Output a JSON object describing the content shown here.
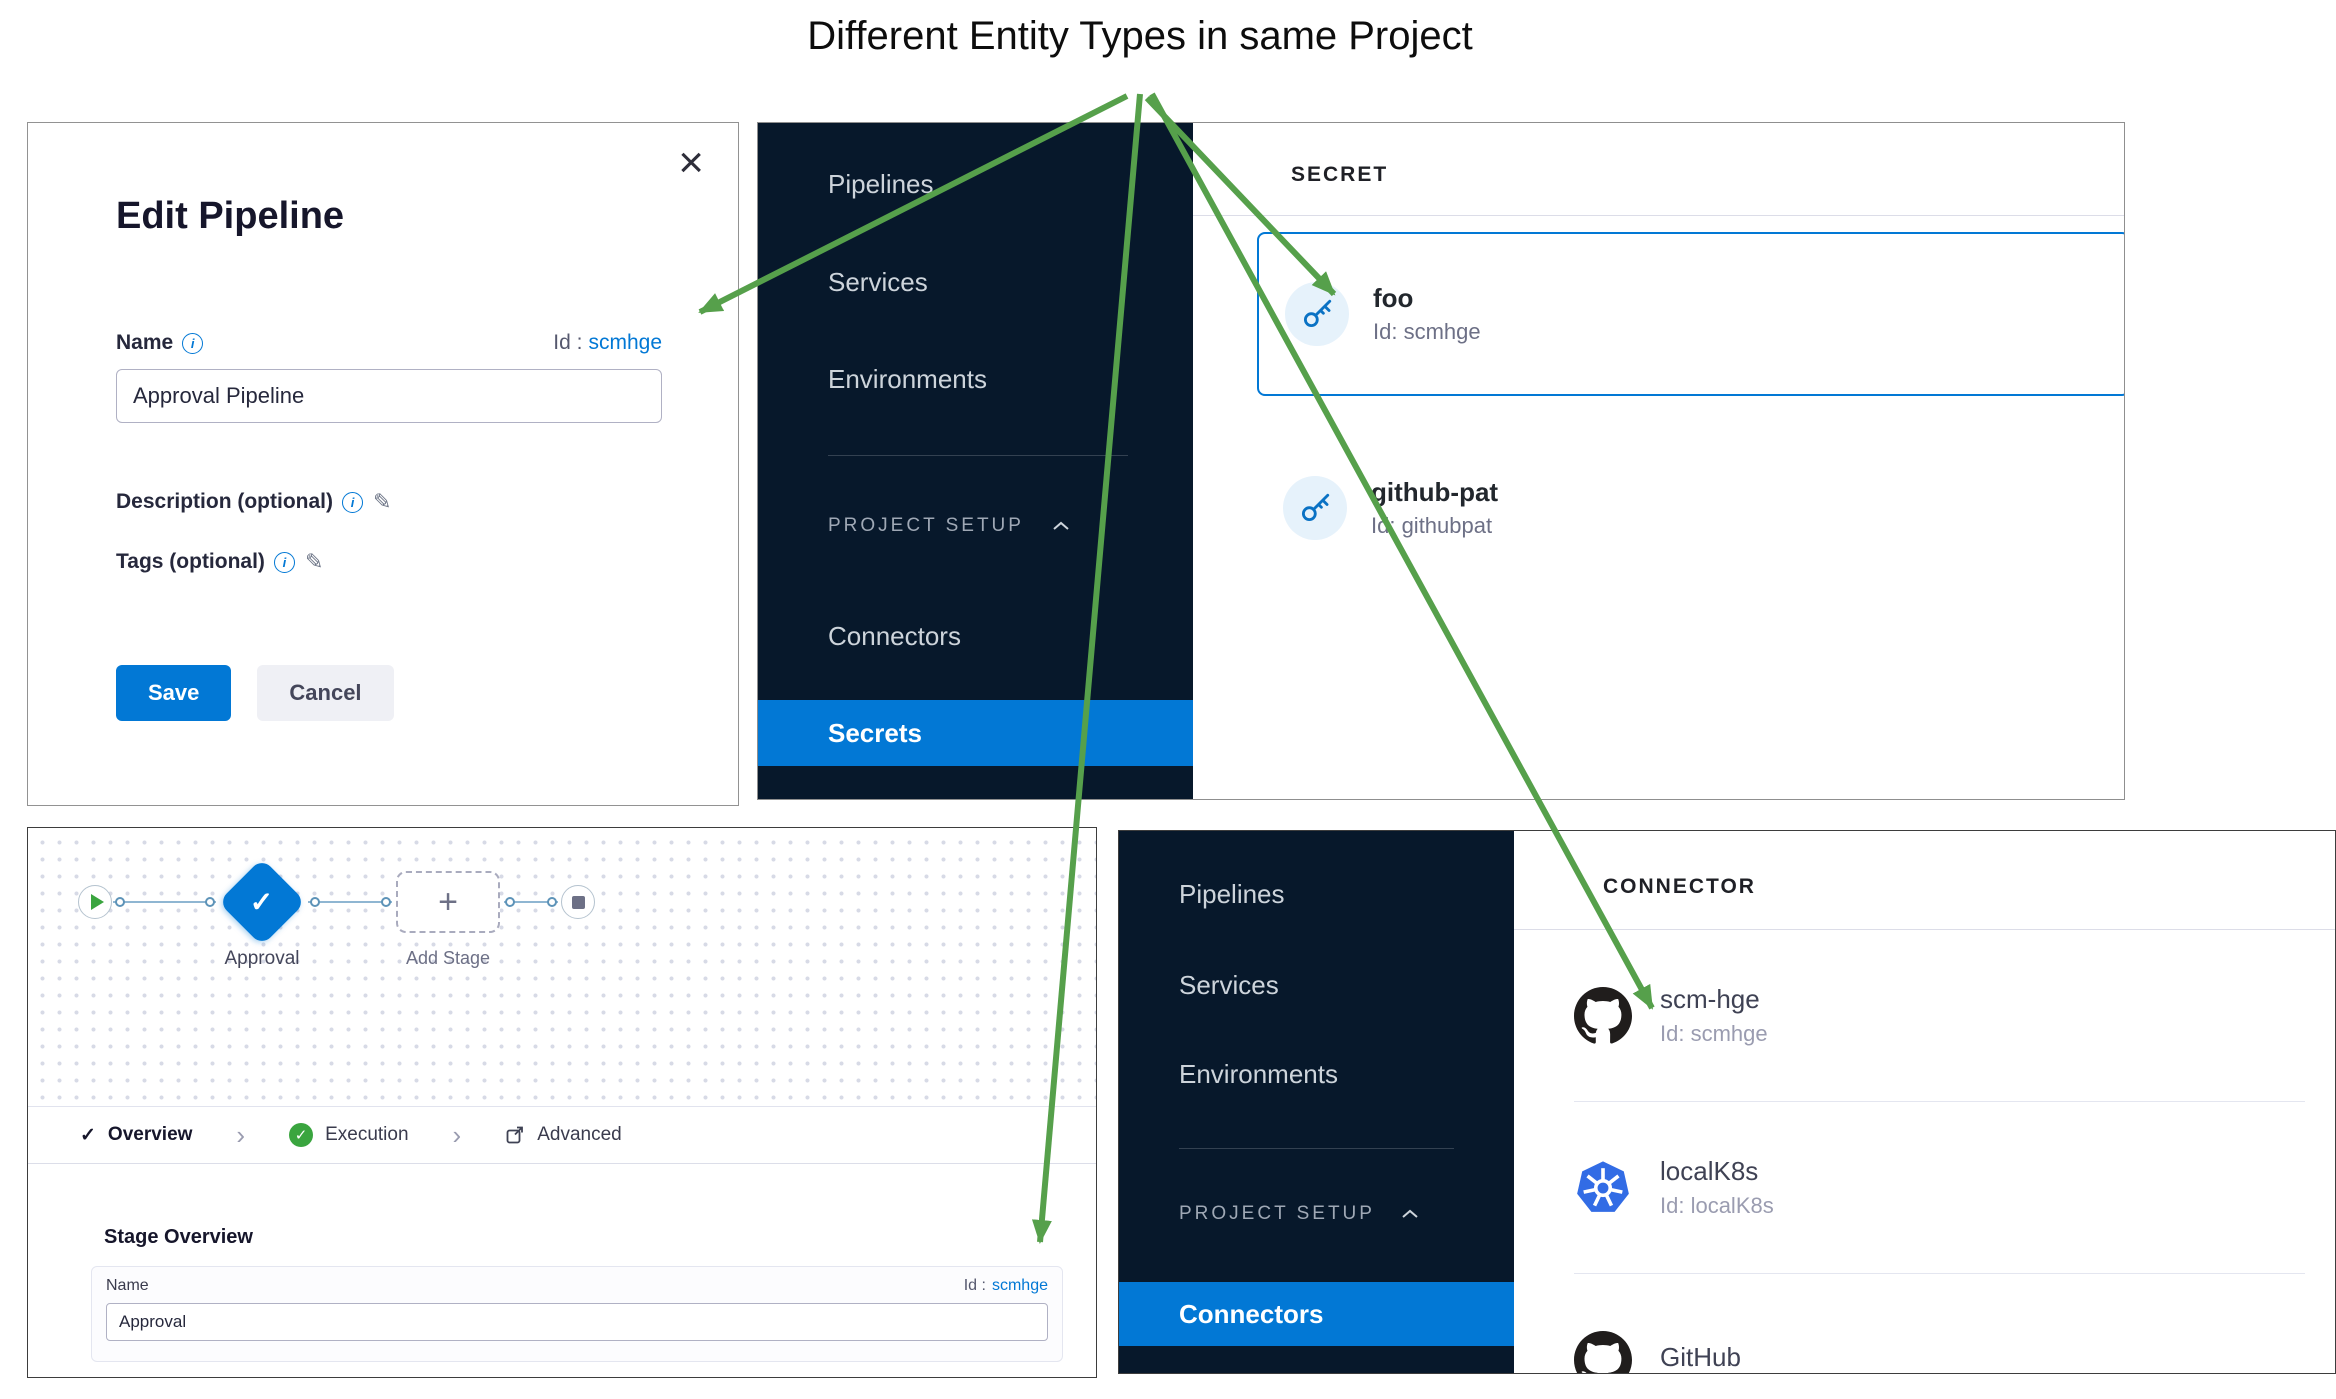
{
  "title": "Different Entity Types in same Project",
  "icons": {
    "close": "×",
    "check": "✓",
    "chevron_right": "›",
    "plus": "+",
    "info": "i",
    "pencil": "✎"
  },
  "colors": {
    "accent_blue": "#0278d5",
    "sidebar_dark": "#07182b",
    "arrow_green": "#56a04b",
    "kubernetes_blue": "#326ce5",
    "github_black": "#201d1c",
    "success_green": "#3aa53f"
  },
  "modal": {
    "title": "Edit Pipeline",
    "name_label": "Name",
    "id_prefix": "Id :",
    "id_value": "scmhge",
    "name_value": "Approval Pipeline",
    "description_label": "Description (optional)",
    "tags_label": "Tags (optional)",
    "save": "Save",
    "cancel": "Cancel"
  },
  "secrets_view": {
    "nav": {
      "items": [
        {
          "label": "Pipelines"
        },
        {
          "label": "Services"
        },
        {
          "label": "Environments"
        }
      ],
      "section": "PROJECT SETUP",
      "connectors": "Connectors",
      "secrets": "Secrets"
    },
    "header": "SECRET",
    "items": [
      {
        "name": "foo",
        "id": "Id: scmhge"
      },
      {
        "name": "github-pat",
        "id": "Id: githubpat"
      }
    ]
  },
  "stage_view": {
    "stage_label": "Approval",
    "add_stage": "Add Stage",
    "tabs": [
      {
        "label": "Overview"
      },
      {
        "label": "Execution"
      },
      {
        "label": "Advanced"
      }
    ],
    "section_title": "Stage Overview",
    "name_label": "Name",
    "id_prefix": "Id :",
    "id_value": "scmhge",
    "name_value": "Approval"
  },
  "connectors_view": {
    "nav": {
      "items": [
        {
          "label": "Pipelines"
        },
        {
          "label": "Services"
        },
        {
          "label": "Environments"
        }
      ],
      "section": "PROJECT SETUP",
      "connectors": "Connectors"
    },
    "header": "CONNECTOR",
    "items": [
      {
        "name": "scm-hge",
        "id": "Id: scmhge"
      },
      {
        "name": "localK8s",
        "id": "Id: localK8s"
      },
      {
        "name": "GitHub",
        "id": ""
      }
    ]
  }
}
